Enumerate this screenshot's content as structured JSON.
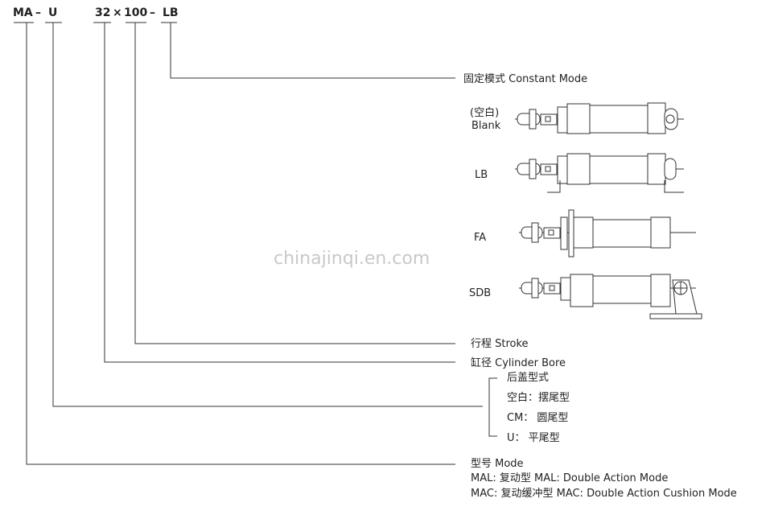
{
  "model_code": {
    "series": "MA",
    "dash1": "–",
    "mount": "U",
    "bore": "32",
    "times": "×",
    "stroke": "100",
    "dash2": "–",
    "option": "LB"
  },
  "callouts": {
    "fixing_mode": "固定模式 Constant Mode",
    "stroke": "行程 Stroke",
    "bore": "缸径 Cylinder Bore",
    "rear_cover": {
      "title": "后盖型式",
      "items": [
        "空白：摆尾型",
        "CM：  圆尾型",
        "U：  平尾型"
      ]
    },
    "model": {
      "title": "型号  Mode",
      "lines": [
        "MAL: 复动型  MAL: Double Action Mode",
        "MAC: 复动缓冲型  MAC: Double Action Cushion Mode"
      ]
    }
  },
  "variants": [
    {
      "label_cn": "(空白)",
      "label": "Blank"
    },
    {
      "label": "LB"
    },
    {
      "label": "FA"
    },
    {
      "label": "SDB"
    }
  ],
  "watermark": "chinajinqi.en.com"
}
